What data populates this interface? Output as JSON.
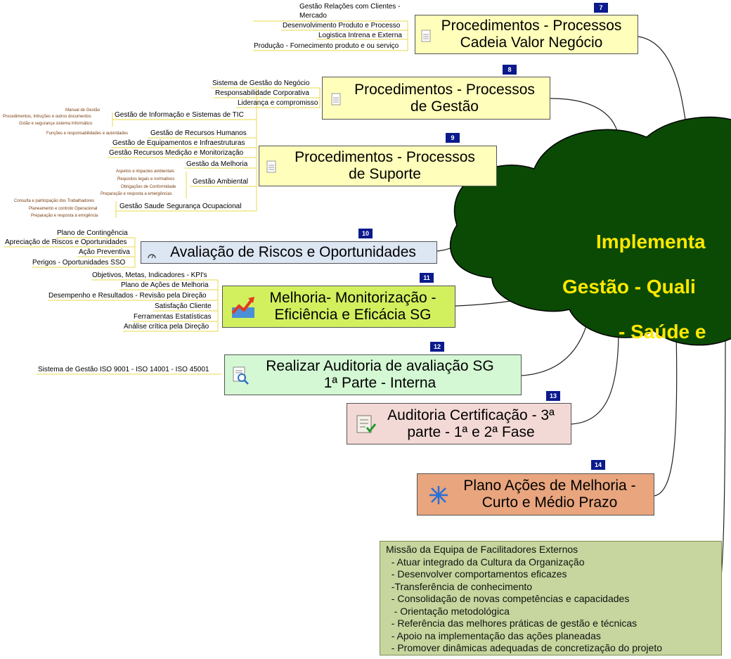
{
  "central": {
    "line1": "-",
    "line2": "Implementa",
    "line3": "Gestão - Quali",
    "line4": "- Saúde e"
  },
  "topics": [
    {
      "id": "t7",
      "number": "7",
      "title": "Procedimentos - Processos\nCadeia Valor Negócio",
      "color": "#ffffbb",
      "icon": "document-icon"
    },
    {
      "id": "t8",
      "number": "8",
      "title": "Procedimentos -  Processos\nde Gestão",
      "color": "#ffffbb",
      "icon": "document-icon"
    },
    {
      "id": "t9",
      "number": "9",
      "title": "Procedimentos - Processos\nde Suporte",
      "color": "#ffffbb",
      "icon": "document-icon"
    },
    {
      "id": "t10",
      "number": "10",
      "title": "Avaliação de Riscos e Oportunidades",
      "color": "#dde6f3",
      "icon": "gauge-icon"
    },
    {
      "id": "t11",
      "number": "11",
      "title": "Melhoria- Monitorização -\nEficiência e Eficácia  SG",
      "color": "#d2f05e",
      "icon": "chart-up-icon"
    },
    {
      "id": "t12",
      "number": "12",
      "title": "Realizar Auditoria de avaliação SG\n1ª Parte - Interna",
      "color": "#d4f8d4",
      "icon": "magnifier-document-icon"
    },
    {
      "id": "t13",
      "number": "13",
      "title": "Auditoria Certificação - 3ª\nparte - 1ª e 2ª Fase",
      "color": "#f3d9d6",
      "icon": "checklist-icon"
    },
    {
      "id": "t14",
      "number": "14",
      "title": "Plano Ações de Melhoria  -\nCurto e Médio Prazo",
      "color": "#e8a57e",
      "icon": "snowflake-icon"
    }
  ],
  "subtopics": {
    "t7": [
      "Gestão Relações com Clientes -",
      "Mercado",
      "Desenvolvimento Produto e Processo",
      "Logistica Intrena e Externa",
      "Produção - Fornecimento produto e ou serviço"
    ],
    "t8": [
      "Sistema de Gestão do Negócio",
      "Responsabilidade Corporativa",
      "Liderança  e compromisso"
    ],
    "t9": [
      "Gestão de Informação e Sistemas de TIC",
      "Gestão de Recursos Humanos",
      "Gestão de Equipamentos e Infraestruturas",
      "Gestão Recursos Medição e Monitorização",
      "Gestão da Melhoria",
      "Gestão Ambiental",
      "Gestão Saude   Segurança Ocupacional"
    ],
    "t9_tic": [
      "Manual de Gestão",
      "Procedimentos, Intruções e outros documentos",
      "Gstão e segurança sistema Informático"
    ],
    "t9_rh": [
      "Funções e responsabilidades e autoridades"
    ],
    "t9_amb": [
      "Aspetos e impactes ambientais",
      "Requisitos legais e normativos",
      "Obrigações de Conformidade",
      "Preparação e resposta a emergências"
    ],
    "t9_sso": [
      "Consulta  e participação dos Trabalhadores",
      "Planeamento  e controlo Operacional",
      "Preparação e resposta à emrgência"
    ],
    "t10": [
      "Plano de  Contingência",
      "Apreciação de Riscos e Oportunidades",
      "Ação Preventiva",
      "Perigos - Oportunidades  SSO"
    ],
    "t11": [
      "Objetivos, Metas, Indicadores  - KPI's",
      "Plano de Ações de Melhoria",
      "Desempenho e Resultados - Revisão pela Direção",
      "Satisfação Cliente",
      "Ferramentas Estatísticas",
      "Análise crítica  pela Direção"
    ],
    "t12": [
      "Sistema de Gestão ISO 9001 - ISO 14001 - ISO 45001"
    ]
  },
  "note": {
    "lines": [
      "Missão da Equipa de Facilitadores Externos",
      "  - Atuar integrado da Cultura da Organização",
      "  - Desenvolver comportamentos eficazes",
      "  -Transferência de conhecimento",
      "  - Consolidação de novas competências e capacidades",
      "   - Orientação metodológica",
      "  - Referência das melhores práticas de gestão e técnicas",
      "  - Apoio na implementação das ações planeadas",
      "  - Promover dinâmicas adequadas de concretização do projeto"
    ]
  },
  "colors": {
    "central": "#0b4a05",
    "number_badge": "#0b1a8c",
    "central_text": "#ffe800",
    "note": "#c6d69e",
    "subtopic_line": "#e8d84a"
  }
}
